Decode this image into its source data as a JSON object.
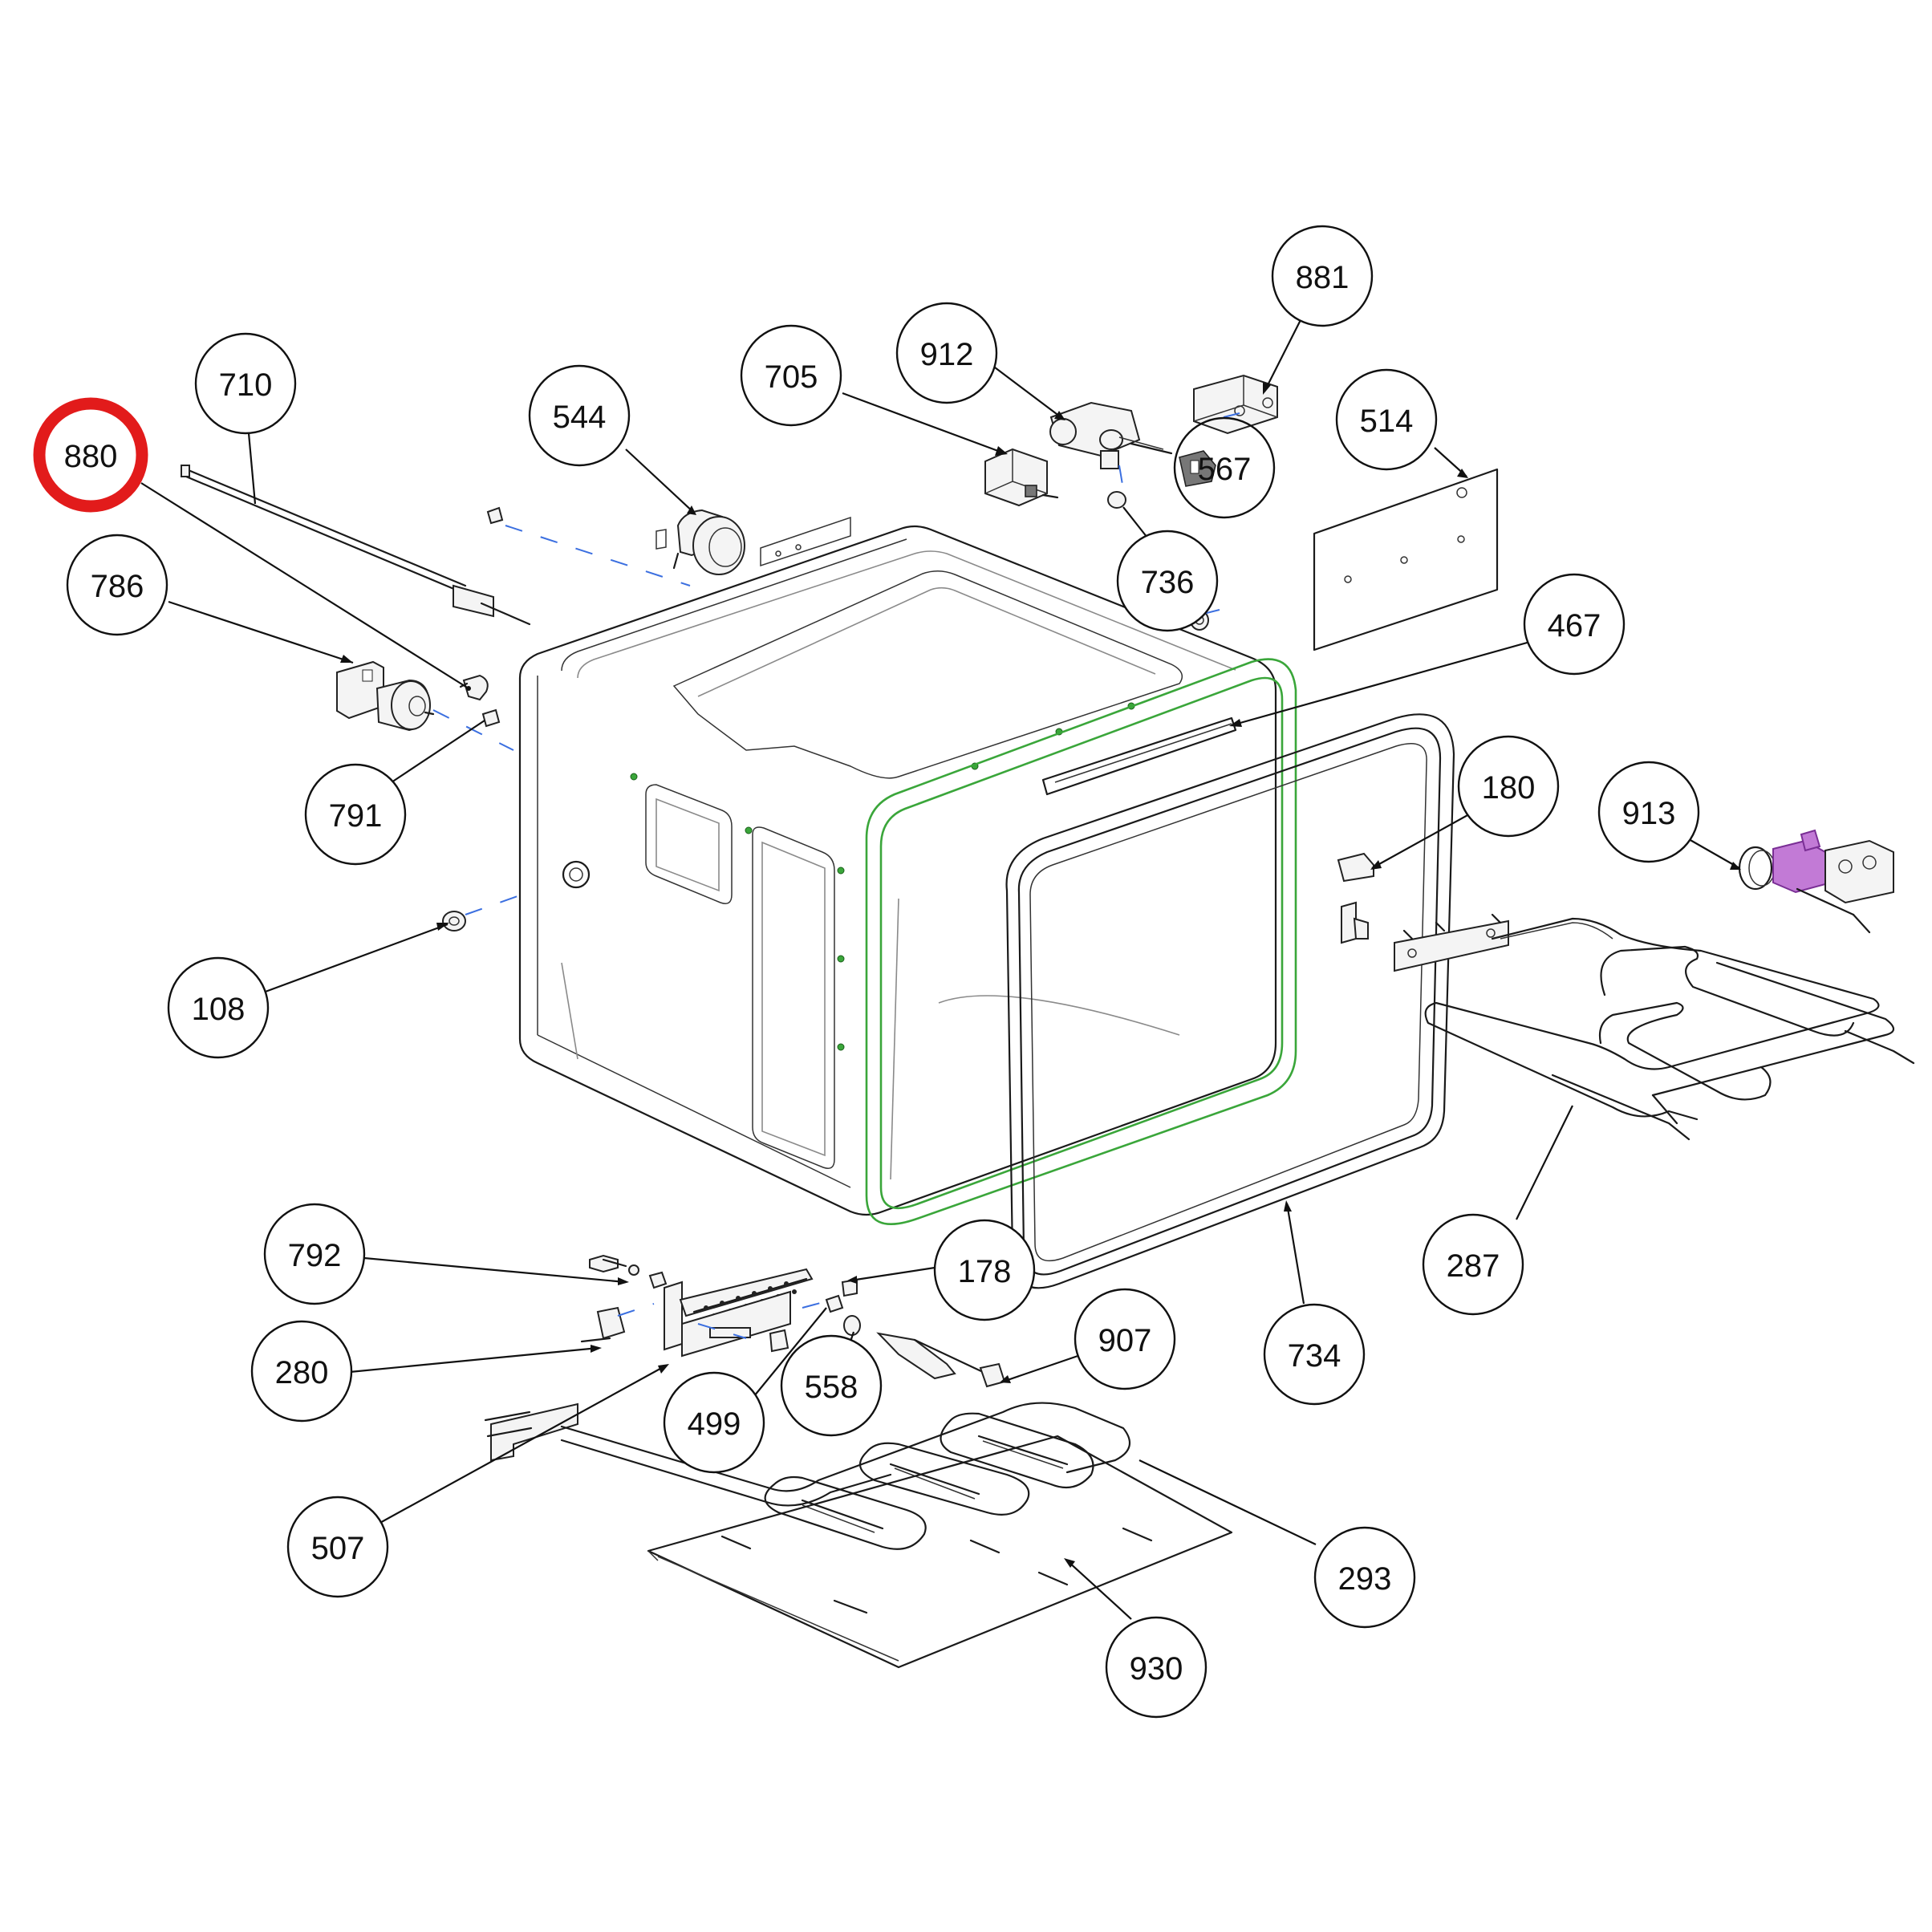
{
  "highlight": {
    "target": "880",
    "color": "#e21b1b"
  },
  "colors": {
    "green_liner": "#3aa63a",
    "blue_dash": "#3b6fe0",
    "purple_part": "#c27ad6"
  },
  "callouts": [
    {
      "label": "880"
    },
    {
      "label": "710"
    },
    {
      "label": "786"
    },
    {
      "label": "791"
    },
    {
      "label": "108"
    },
    {
      "label": "544"
    },
    {
      "label": "705"
    },
    {
      "label": "912"
    },
    {
      "label": "881"
    },
    {
      "label": "567"
    },
    {
      "label": "736"
    },
    {
      "label": "514"
    },
    {
      "label": "467"
    },
    {
      "label": "180"
    },
    {
      "label": "913"
    },
    {
      "label": "287"
    },
    {
      "label": "734"
    },
    {
      "label": "178"
    },
    {
      "label": "907"
    },
    {
      "label": "558"
    },
    {
      "label": "499"
    },
    {
      "label": "792"
    },
    {
      "label": "280"
    },
    {
      "label": "507"
    },
    {
      "label": "293"
    },
    {
      "label": "930"
    }
  ]
}
